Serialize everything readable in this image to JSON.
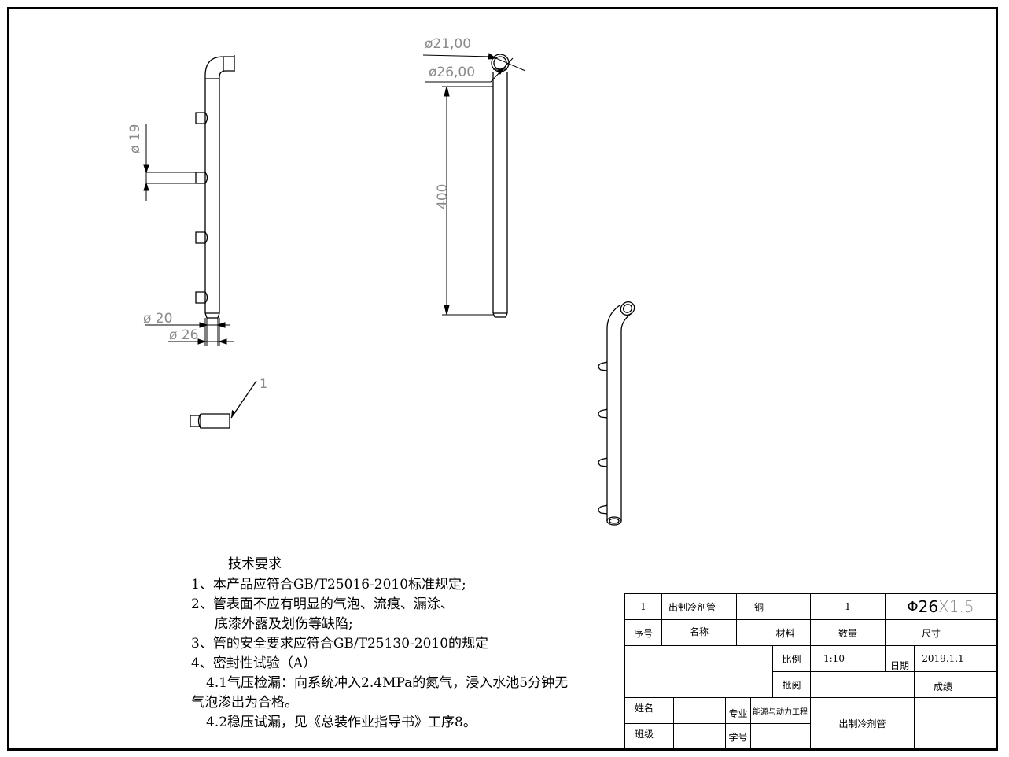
{
  "dimensions": {
    "phi19": "ø 19",
    "phi20": "ø 20",
    "phi26_side": "ø 26",
    "phi21": "ø21,00",
    "phi26_top": "ø26,00",
    "length400": "400"
  },
  "balloon": {
    "number": "1"
  },
  "requirements": {
    "title": "技术要求",
    "lines": [
      "1、本产品应符合GB/T25016-2010标准规定;",
      "2、管表面不应有明显的气泡、流痕、漏涂、",
      "底漆外露及划伤等缺陷;",
      "3、管的安全要求应符合GB/T25130-2010的规定",
      "4、密封性试验（A）",
      "4.1气压检漏：向系统冲入2.4MPa的氮气，浸入水池5分钟无",
      "气泡渗出为合格。",
      "4.2稳压试漏，见《总装作业指导书》工序8。"
    ]
  },
  "title_block": {
    "row1": {
      "no": "1",
      "name": "出制冷剂管",
      "material": "铜",
      "qty": "1",
      "size_phi": "Φ",
      "size_main": "26",
      "size_rest": "X1.5"
    },
    "headers": {
      "no": "序号",
      "name": "名称",
      "material": "材料",
      "qty": "数量",
      "size": "尺寸"
    },
    "scale_label": "比例",
    "scale_value": "1:10",
    "date_label": "日期",
    "date_value": "2019.1.1",
    "review_label": "批阅",
    "grade_label": "成绩",
    "name_label": "姓名",
    "major_label": "专业",
    "major_value": "能源与动力工程",
    "class_label": "班级",
    "student_id_label": "学号",
    "drawing_title": "出制冷剂管"
  }
}
